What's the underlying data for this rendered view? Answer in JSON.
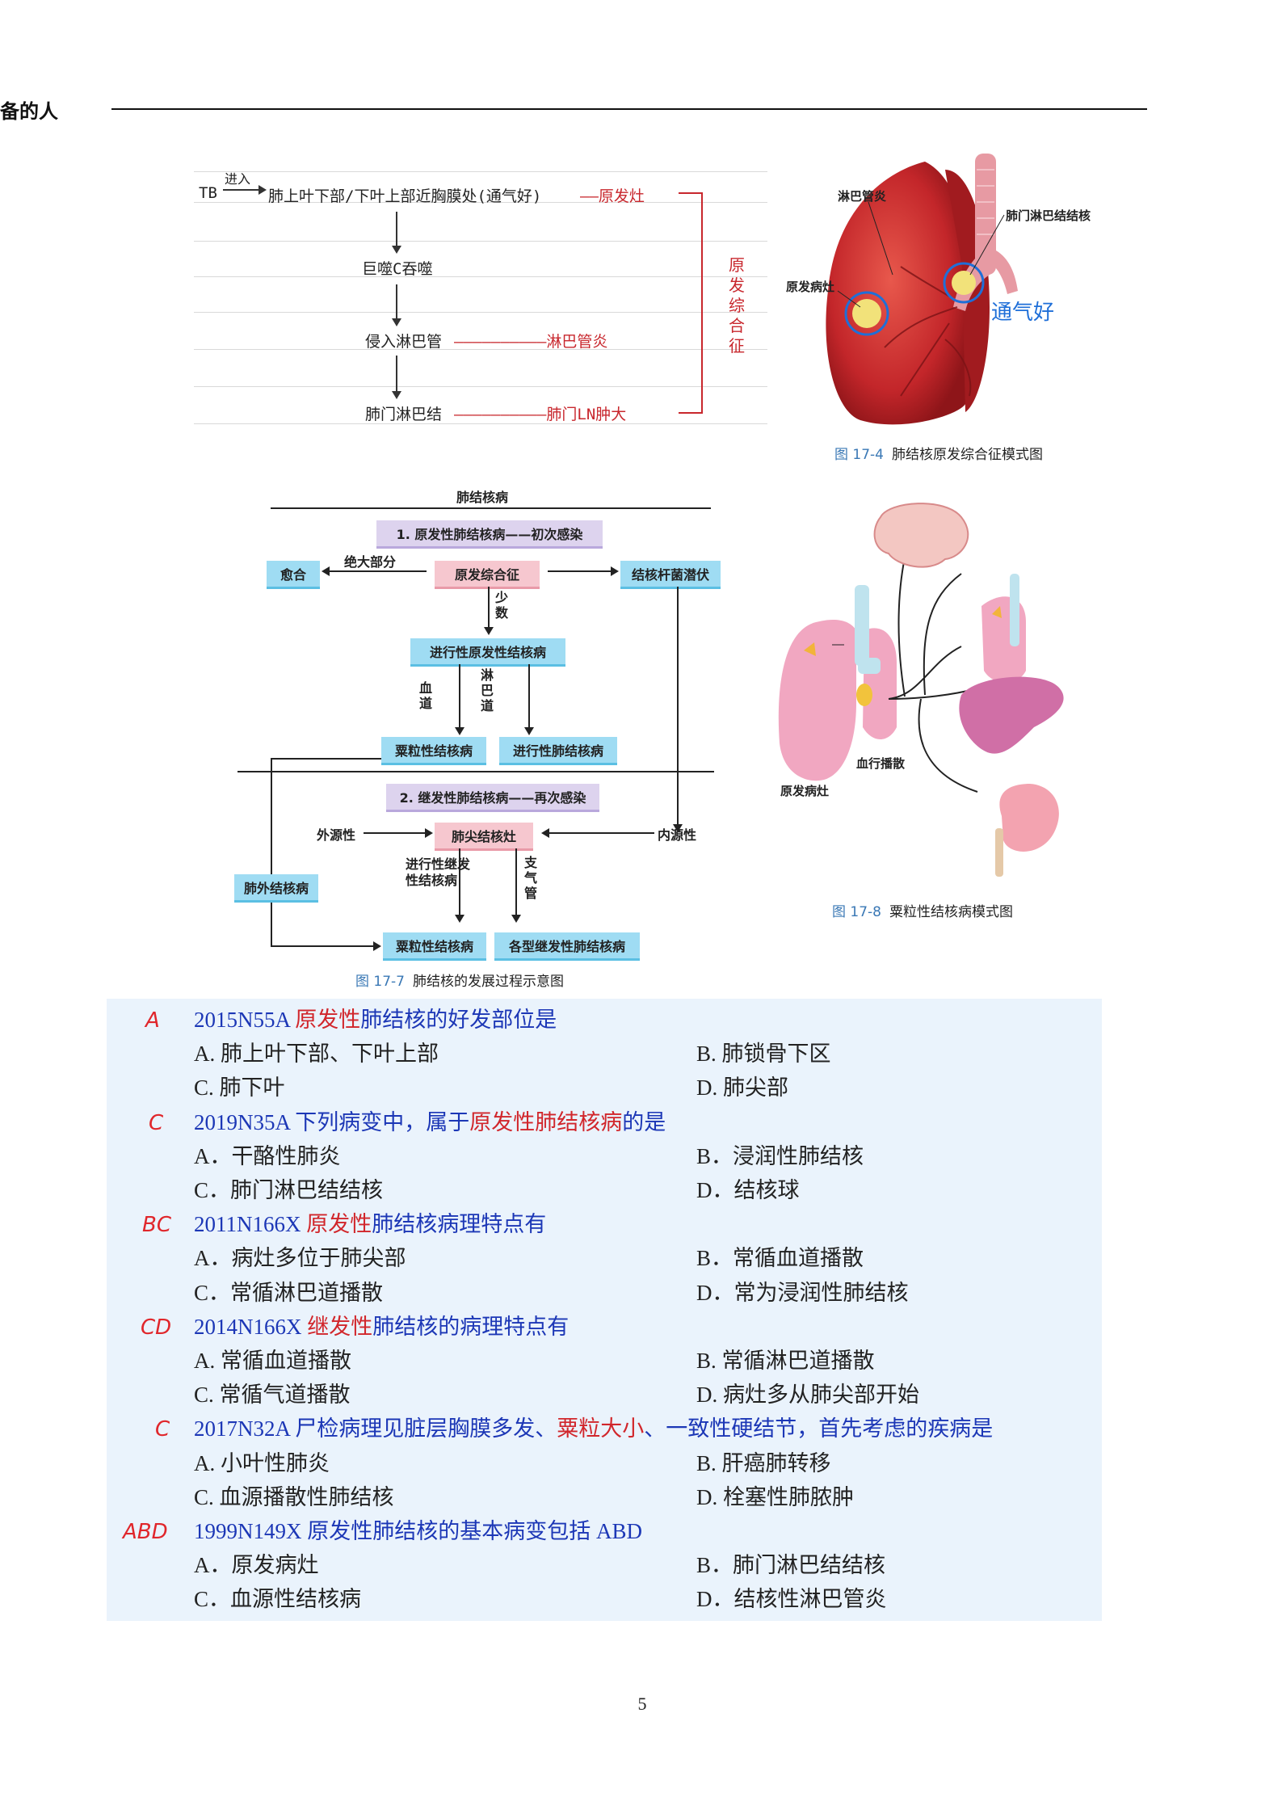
{
  "header": {
    "title": "备的人"
  },
  "notes": {
    "tb": "TB",
    "enter": "进入",
    "site": "肺上叶下部/下叶上部近胸膜处(通气好)",
    "primary_focus": "——原发灶",
    "step2": "巨噬C吞噬",
    "step3": "侵入淋巴管",
    "lymphangitis": "——————————淋巴管炎",
    "step4": "肺门淋巴结",
    "ln_swelling": "——————————肺门LN肿大",
    "syndrome": "原发综合征"
  },
  "fig4": {
    "label_lymphangitis": "淋巴管炎",
    "label_hilar": "肺门淋巴结结核",
    "label_primary": "原发病灶",
    "hand_note": "通气好",
    "caption_num": "图 17-4",
    "caption_text": "肺结核原发综合征模式图"
  },
  "flow": {
    "title": "肺结核病",
    "sec1": "1. 原发性肺结核病——初次感染",
    "heal": "愈合",
    "majority": "绝大部分",
    "primary_complex": "原发综合征",
    "latent": "结核杆菌潜伏",
    "few": "少数",
    "progressive_primary": "进行性原发性结核病",
    "blood": "血道",
    "lymph": "淋巴道",
    "miliary1": "粟粒性结核病",
    "progressive_lung": "进行性肺结核病",
    "sec2": "2. 继发性肺结核病——再次感染",
    "exogenous": "外源性",
    "apex_focus": "肺尖结核灶",
    "endogenous": "内源性",
    "extrapulmonary": "肺外结核病",
    "progressive_secondary": "进行性继发性结核病",
    "bronchus": "支气管",
    "miliary2": "粟粒性结核病",
    "secondary_types": "各型继发性肺结核病",
    "caption_num": "图 17-7",
    "caption_text": "肺结核的发展过程示意图"
  },
  "fig8": {
    "label_blood": "血行播散",
    "label_primary": "原发病灶",
    "caption_num": "图 17-8",
    "caption_text": "粟粒性结核病模式图"
  },
  "questions": [
    {
      "answer": "A",
      "code": "2015N55A",
      "pre": " ",
      "red": "原发性",
      "post": "肺结核的好发部位是",
      "options": [
        "A. 肺上叶下部、下叶上部",
        "B. 肺锁骨下区",
        "C. 肺下叶",
        "D. 肺尖部"
      ]
    },
    {
      "answer": "C",
      "code": "2019N35A",
      "pre": " 下列病变中，属于",
      "red": "原发性肺结核病",
      "post": "的是",
      "options": [
        "A．干酪性肺炎",
        "B．浸润性肺结核",
        "C．肺门淋巴结结核",
        "D．结核球"
      ]
    },
    {
      "answer": "BC",
      "code": "2011N166X",
      "pre": " ",
      "red": "原发性",
      "post": "肺结核病理特点有",
      "options": [
        "A．病灶多位于肺尖部",
        "B．常循血道播散",
        "C．常循淋巴道播散",
        "D．常为浸润性肺结核"
      ]
    },
    {
      "answer": "CD",
      "code": "2014N166X",
      "pre": "  ",
      "red": "继发性",
      "post": "肺结核的病理特点有",
      "options": [
        "A. 常循血道播散",
        "B. 常循淋巴道播散",
        "C. 常循气道播散",
        "D. 病灶多从肺尖部开始"
      ]
    },
    {
      "answer": "C",
      "code": "2017N32A",
      "pre": "  尸检病理见脏层胸膜多发、",
      "red": "粟粒大小",
      "post": "、一致性硬结节，首先考虑的疾病是",
      "options": [
        "A. 小叶性肺炎",
        "B. 肝癌肺转移",
        "C. 血源播散性肺结核",
        "D. 栓塞性肺脓肿"
      ]
    },
    {
      "answer": "ABD",
      "code": "1999N149X",
      "pre": "  原发性肺结核的基本病变包括  ABD",
      "red": "",
      "post": "",
      "options": [
        "A．原发病灶",
        "B．肺门淋巴结结核",
        "C．血源性结核病",
        "D．结核性淋巴管炎"
      ]
    }
  ],
  "page": {
    "number": "5"
  }
}
